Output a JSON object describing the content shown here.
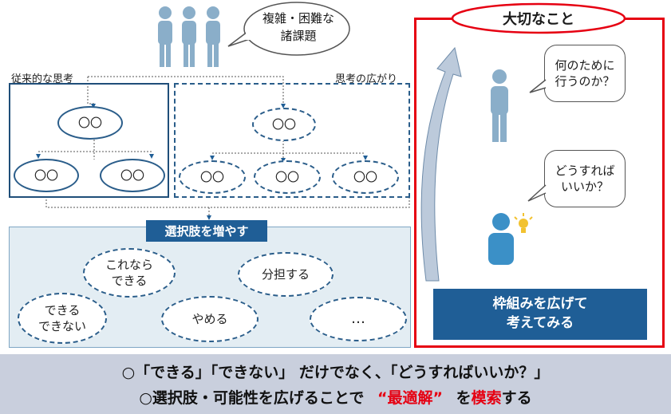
{
  "top_bubble": {
    "line1": "複雑・困難な",
    "line2": "諸課題"
  },
  "left_section": {
    "label": "従来的な思考",
    "top_node": "〇〇",
    "left_node": "〇〇",
    "right_node": "〇〇"
  },
  "right_section": {
    "label": "思考の広がり",
    "top_node": "〇〇",
    "node1": "〇〇",
    "node2": "〇〇",
    "node3": "〇〇"
  },
  "options": {
    "title": "選択肢を増やす",
    "items": [
      {
        "line1": "これなら",
        "line2": "できる"
      },
      {
        "line1": "分担する"
      },
      {
        "line1": "できる",
        "line2": "できない"
      },
      {
        "line1": "やめる"
      },
      {
        "line1": "…"
      }
    ]
  },
  "important": {
    "title": "大切なこと",
    "question1": {
      "line1": "何のために",
      "line2": "行うのか？"
    },
    "question2": {
      "line1": "どうすれば",
      "line2": "いいか？"
    },
    "action": {
      "line1": "枠組みを広げて",
      "line2": "考えてみる"
    }
  },
  "bottom": {
    "line1": "○「できる」「できない」 だけでなく、「どうすればいいか？」",
    "line2_prefix": "○選択肢・可能性を広げることで",
    "line2_highlight": "“最適解”",
    "line2_mid": "を",
    "line2_highlight2": "模索",
    "line2_suffix": "する"
  },
  "colors": {
    "accent_blue": "#1f5e96",
    "red": "#e60012",
    "person": "#8aaec9",
    "band": "#c9cfdd"
  }
}
